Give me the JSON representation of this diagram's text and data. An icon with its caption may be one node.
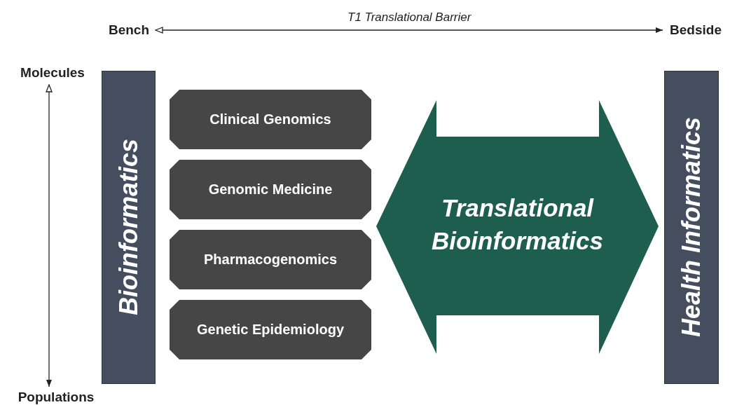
{
  "diagram": {
    "nodes": [
      {
        "text": [
          "Bench"
        ]
      },
      {
        "text": [
          "Bedside"
        ]
      },
      {
        "text": [
          "Molecules"
        ]
      },
      {
        "text": [
          "Populations"
        ]
      },
      {
        "text": [
          "Bioinformatics"
        ]
      },
      {
        "text": [
          "Clinical Genomics"
        ]
      },
      {
        "text": [
          "Genomic Medicine"
        ]
      },
      {
        "text": [
          "Pharmacogenomics"
        ]
      },
      {
        "text": [
          "Genetic Epidemiology"
        ]
      },
      {
        "text": [
          "Translational Bioinformatics"
        ]
      },
      {
        "text": [
          "Health Informatics"
        ]
      }
    ],
    "edges": [
      {
        "from": 0,
        "to": 1,
        "arrow": "both",
        "label": "T1 Translational Barrier"
      },
      {
        "from": 2,
        "to": 3,
        "arrow": "both"
      }
    ]
  }
}
